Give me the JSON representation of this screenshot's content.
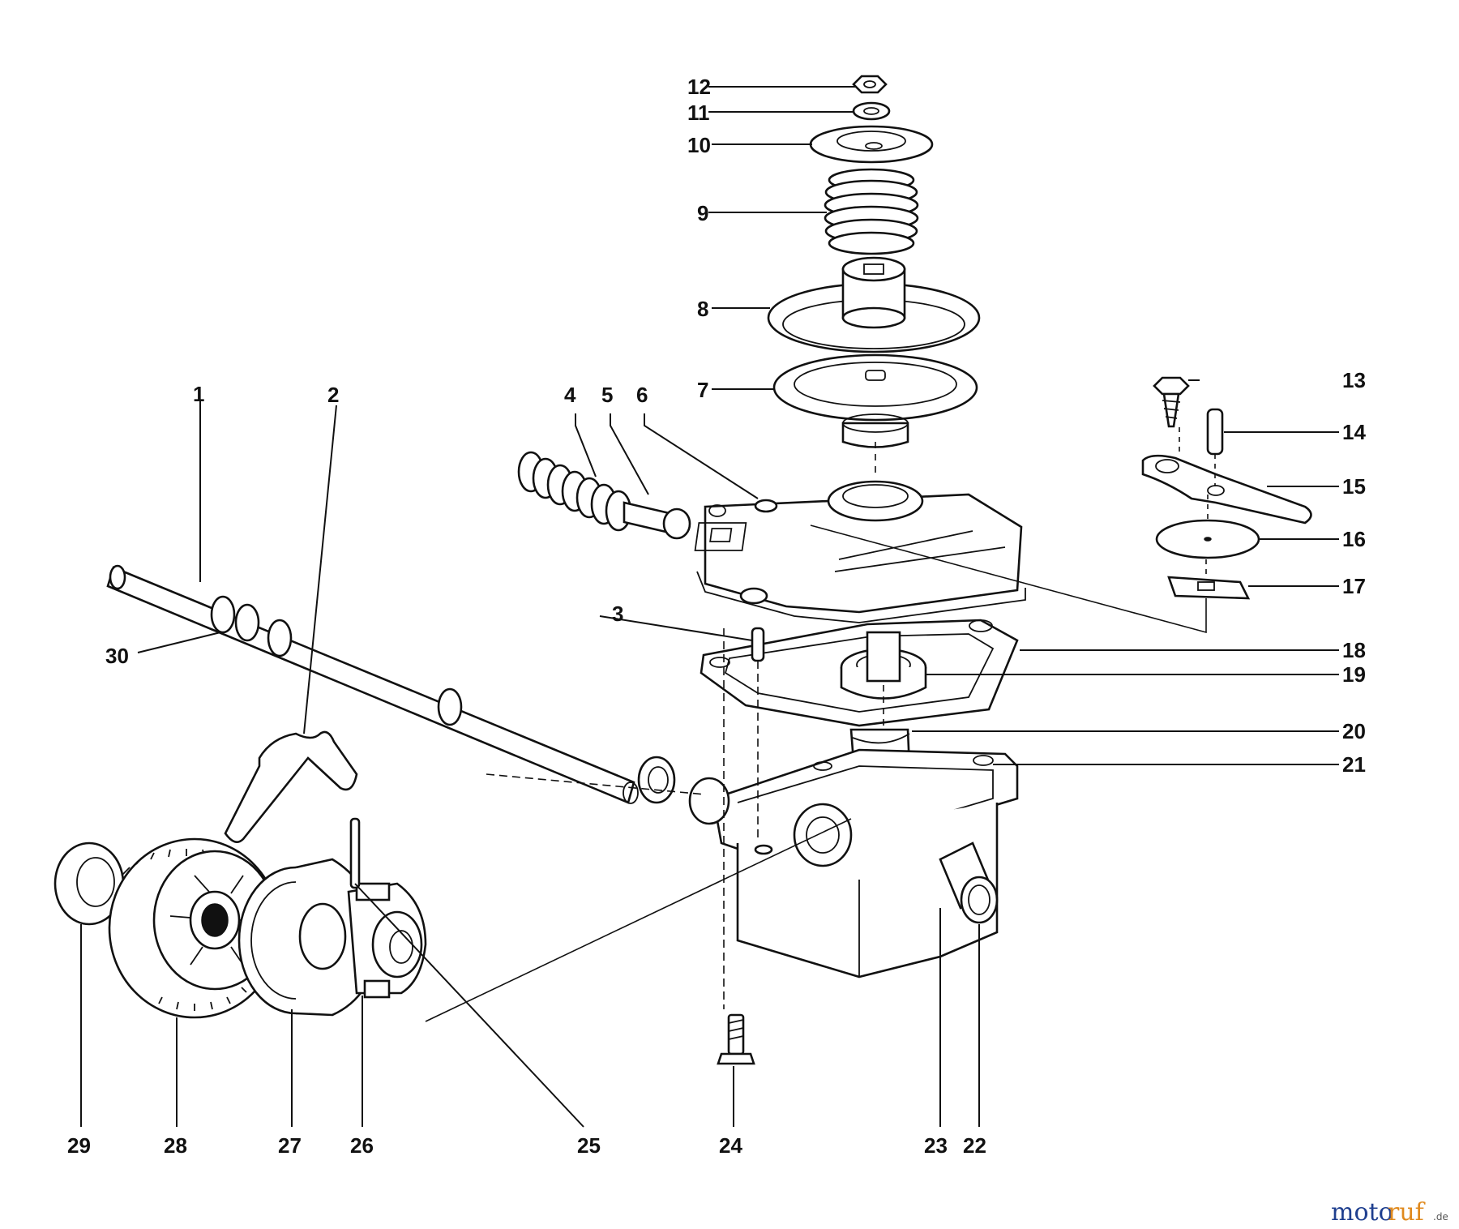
{
  "callouts": {
    "c1": "1",
    "c2": "2",
    "c3": "3",
    "c4": "4",
    "c5": "5",
    "c6": "6",
    "c7": "7",
    "c8": "8",
    "c9": "9",
    "c10": "10",
    "c11": "11",
    "c12": "12",
    "c13": "13",
    "c14": "14",
    "c15": "15",
    "c16": "16",
    "c17": "17",
    "c18": "18",
    "c19": "19",
    "c20": "20",
    "c21": "21",
    "c22": "22",
    "c23": "23",
    "c24": "24",
    "c25": "25",
    "c26": "26",
    "c27": "27",
    "c28": "28",
    "c29": "29",
    "c30": "30"
  },
  "watermark": {
    "part1": "moto",
    "part2": "ruf",
    "suffix": ".de",
    "color1": "#1f3f8f",
    "color2": "#e08a1e"
  }
}
